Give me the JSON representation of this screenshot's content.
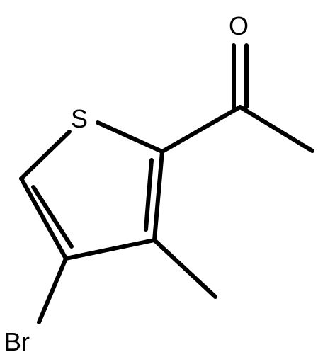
{
  "molecule": {
    "atoms": {
      "sulfur": "S",
      "oxygen": "O",
      "bromine": "Br"
    }
  },
  "colors": {
    "bond": "#000000",
    "label": "#000000",
    "background": "#ffffff"
  }
}
